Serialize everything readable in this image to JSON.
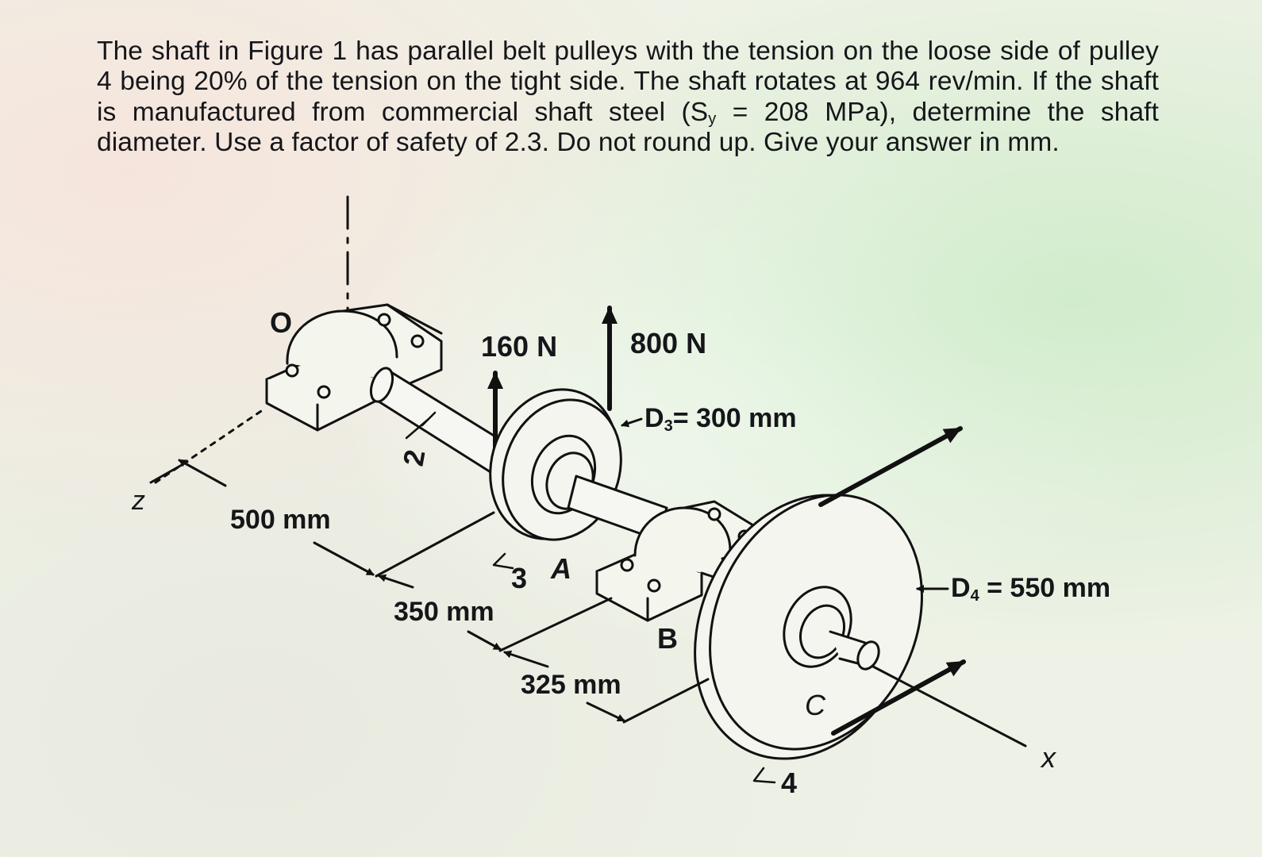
{
  "problem": {
    "part1": "The shaft in Figure 1 has parallel belt pulleys with the tension on the loose side of pulley 4 being 20% of the tension on the tight side. The shaft rotates at 964 rev/min. If the shaft is manufactured from commercial shaft steel (S",
    "sub_y": "y",
    "part2": " = 208 MPa), determine the shaft diameter. Use a factor of safety of 2.3. Do not round up. Give your answer in mm."
  },
  "figure": {
    "force_160": "160 N",
    "force_800": "800 N",
    "d3_label": "D",
    "d3_sub": "3",
    "d3_value": "= 300 mm",
    "d4_label": "D",
    "d4_sub": "4",
    "d4_value": " = 550 mm",
    "dim_500": "500 mm",
    "dim_350": "350 mm",
    "dim_325": "325 mm",
    "point_o": "O",
    "point_a": "A",
    "point_b": "B",
    "point_c": "C",
    "label_2": "2",
    "label_3": "3",
    "label_4": "4",
    "axis_z": "z",
    "axis_x": "x"
  }
}
